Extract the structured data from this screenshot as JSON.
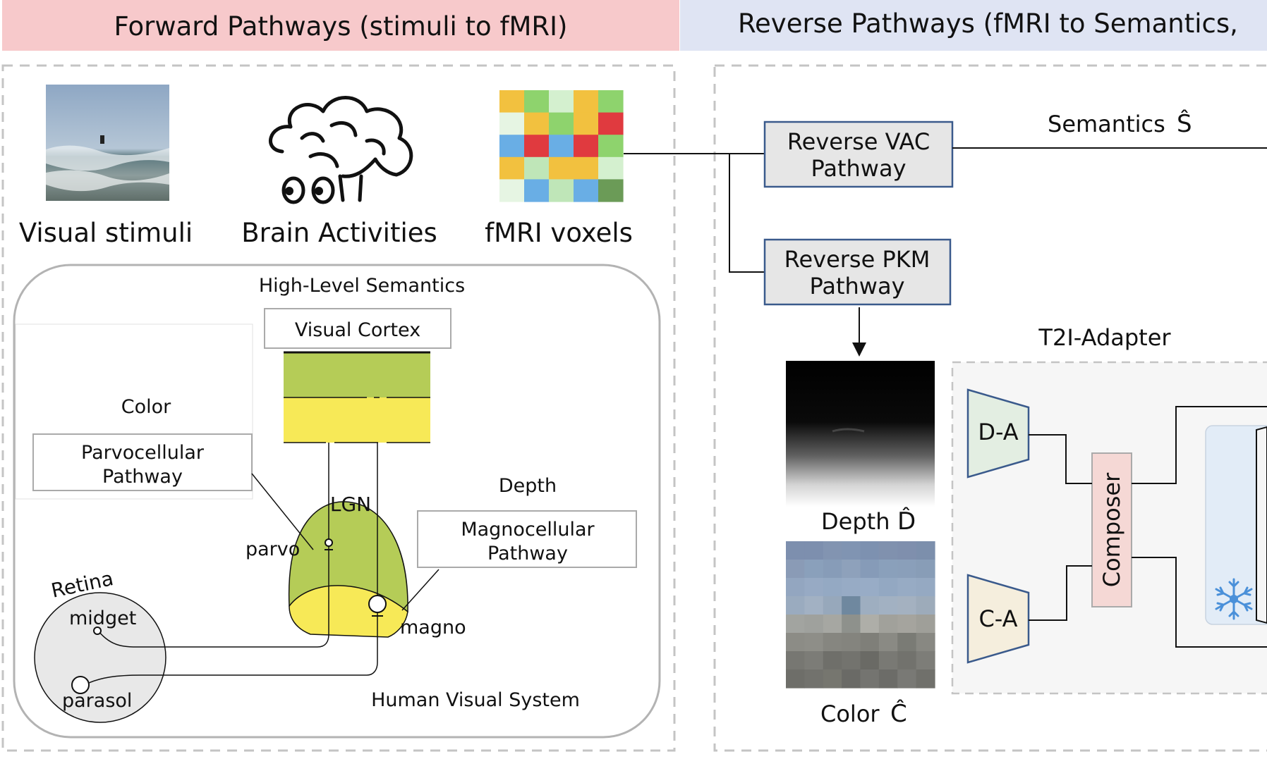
{
  "forward": {
    "title": "Forward Pathways (stimuli to fMRI)",
    "header_color": "#f7c9cb",
    "visual_stimuli": "Visual stimuli",
    "brain_activities": "Brain Activities",
    "fmri_voxels": "fMRI voxels",
    "hvs": {
      "high_level": "High-Level Semantics",
      "visual_cortex": "Visual Cortex",
      "color": "Color",
      "parvo_pathway": [
        "Parvocellular",
        "Pathway"
      ],
      "depth": "Depth",
      "magno_pathway": [
        "Magnocellular",
        "Pathway"
      ],
      "lgn": "LGN",
      "parvo": "parvo",
      "magno": "magno",
      "retina": "Retina",
      "midget": "midget",
      "parasol": "parasol",
      "system": "Human Visual System",
      "green": "#b5cc57",
      "yellow": "#f7e957"
    }
  },
  "reverse": {
    "title": "Reverse Pathways (fMRI to Semantics,",
    "header_color": "#dfe4f3",
    "vac": [
      "Reverse VAC",
      "Pathway"
    ],
    "pkm": [
      "Reverse PKM",
      "Pathway"
    ],
    "semantics": "Semantics",
    "semantics_symbol": "Ŝ",
    "t2i": "T2I-Adapter",
    "depth": "Depth",
    "depth_symbol": "D̂",
    "color": "Color",
    "color_symbol": "Ĉ",
    "da": "D-A",
    "ca": "C-A",
    "composer": "Composer",
    "box_fill": "#e6e6e6",
    "box_border": "#3a5a8c"
  },
  "voxel_colors": [
    [
      "#f2c13f",
      "#8ed36d",
      "#d4f0cf",
      "#f2c13f",
      "#8ed36d"
    ],
    [
      "#e6f5e3",
      "#f2c13f",
      "#8ed36d",
      "#f2c13f",
      "#e03a3f"
    ],
    [
      "#69aee5",
      "#e03a3f",
      "#69aee5",
      "#e03a3f",
      "#8ed36d"
    ],
    [
      "#f2c13f",
      "#bfe6b8",
      "#f2c13f",
      "#f2c13f",
      "#d4f0cf"
    ],
    [
      "#e6f5e3",
      "#69aee5",
      "#bfe6b8",
      "#69aee5",
      "#6b9b57"
    ]
  ],
  "color_pixels": [
    [
      "#7d8fae",
      "#7d8fae",
      "#8294b1",
      "#8094b2",
      "#7d91b0",
      "#8091ae",
      "#7f8fad",
      "#7c8fac"
    ],
    [
      "#8a9bb6",
      "#8aa0bb",
      "#879cb8",
      "#8ea1bb",
      "#869bb8",
      "#8aa0bb",
      "#8a9fba",
      "#889db7"
    ],
    [
      "#93a6c0",
      "#97aac4",
      "#94a9c3",
      "#97abc5",
      "#98acc6",
      "#93a8c2",
      "#97abc4",
      "#95a9c2"
    ],
    [
      "#9aabbf",
      "#a2b1c3",
      "#97a8bb",
      "#6f889f",
      "#9eaec0",
      "#a2b1c2",
      "#a4b1c0",
      "#9dabba"
    ],
    [
      "#a2a4a0",
      "#9fa19d",
      "#a6a7a2",
      "#8e918c",
      "#aeaea8",
      "#a1a19b",
      "#a5a49e",
      "#9f9f99"
    ],
    [
      "#8c8c86",
      "#8e8e88",
      "#868680",
      "#84847e",
      "#7f7f79",
      "#8a8a84",
      "#7a7b75",
      "#888882"
    ],
    [
      "#777772",
      "#7c7c77",
      "#6f6f6a",
      "#73736e",
      "#6a6a65",
      "#797974",
      "#72726d",
      "#7d7d78"
    ],
    [
      "#6e6e69",
      "#72726d",
      "#76766f",
      "#6a6a66",
      "#747470",
      "#6c6c68",
      "#797975",
      "#70706b"
    ]
  ]
}
